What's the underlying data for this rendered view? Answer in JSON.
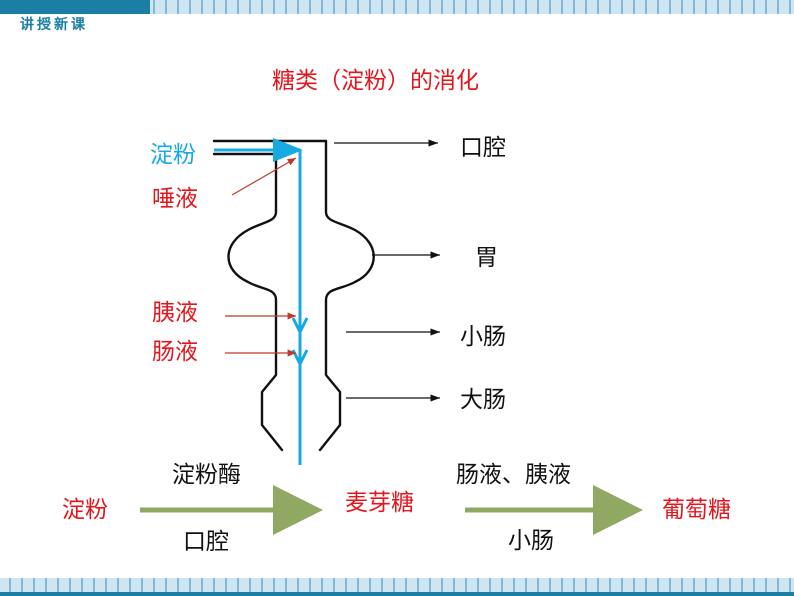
{
  "header": {
    "section_label": "讲授新课"
  },
  "title": "糖类（淀粉）的消化",
  "inputs": {
    "starch": "淀粉",
    "saliva": "唾液",
    "pancreatic_juice": "胰液",
    "intestinal_juice": "肠液"
  },
  "organs": {
    "mouth": "口腔",
    "stomach": "胃",
    "small_intestine": "小肠",
    "large_intestine": "大肠"
  },
  "equation": {
    "reactant": "淀粉",
    "step1_catalyst": "淀粉酶",
    "step1_location": "口腔",
    "intermediate": "麦芽糖",
    "step2_catalyst": "肠液、胰液",
    "step2_location": "小肠",
    "product": "葡萄糖"
  },
  "colors": {
    "accent_red": "#e3161d",
    "path_blue": "#18a8e2",
    "header_teal": "#1a7fa3",
    "arrow_green": "#8fa862"
  }
}
